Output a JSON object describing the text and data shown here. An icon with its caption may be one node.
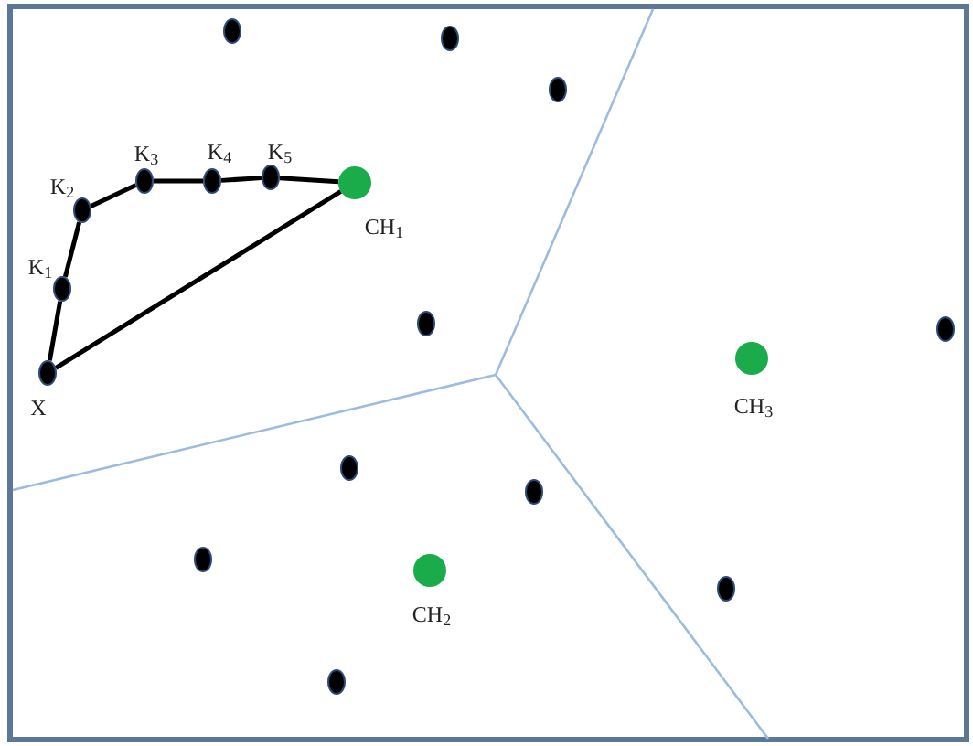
{
  "diagram": {
    "nodes": [
      {
        "text": [],
        "shape": "circle"
      },
      {
        "text": [],
        "shape": "circle"
      },
      {
        "text": [],
        "shape": "circle"
      },
      {
        "text": [
          "K$_{2}$"
        ]
      },
      {
        "text": [
          "K$_{3}$"
        ]
      },
      {
        "text": [
          "K$_{4}$"
        ]
      },
      {
        "text": [
          "K$_{5}$"
        ]
      },
      {
        "text": [
          "CH$_{1}$"
        ]
      },
      {
        "text": [
          "K$_{1}$"
        ]
      },
      {
        "text": [],
        "shape": "circle"
      },
      {
        "text": [],
        "shape": "circle"
      },
      {
        "text": [
          "CH$_{3}$"
        ]
      },
      {
        "text": [
          "X"
        ]
      },
      {
        "text": [],
        "shape": "circle"
      },
      {
        "text": [],
        "shape": "circle"
      },
      {
        "text": [],
        "shape": "circle"
      },
      {
        "text": [
          "CH$_{2}$"
        ]
      },
      {
        "text": [],
        "shape": "circle"
      },
      {
        "text": [],
        "shape": "circle"
      }
    ],
    "edges": [
      {
        "from": 12,
        "to": 8,
        "arrow": "none"
      },
      {
        "from": 8,
        "to": 3,
        "arrow": "none"
      },
      {
        "from": 3,
        "to": 4,
        "arrow": "none"
      },
      {
        "from": 4,
        "to": 5,
        "arrow": "none"
      },
      {
        "from": 5,
        "to": 6,
        "arrow": "none"
      },
      {
        "from": 6,
        "to": 7,
        "arrow": "none"
      },
      {
        "from": 12,
        "to": 7,
        "arrow": "none"
      }
    ]
  }
}
